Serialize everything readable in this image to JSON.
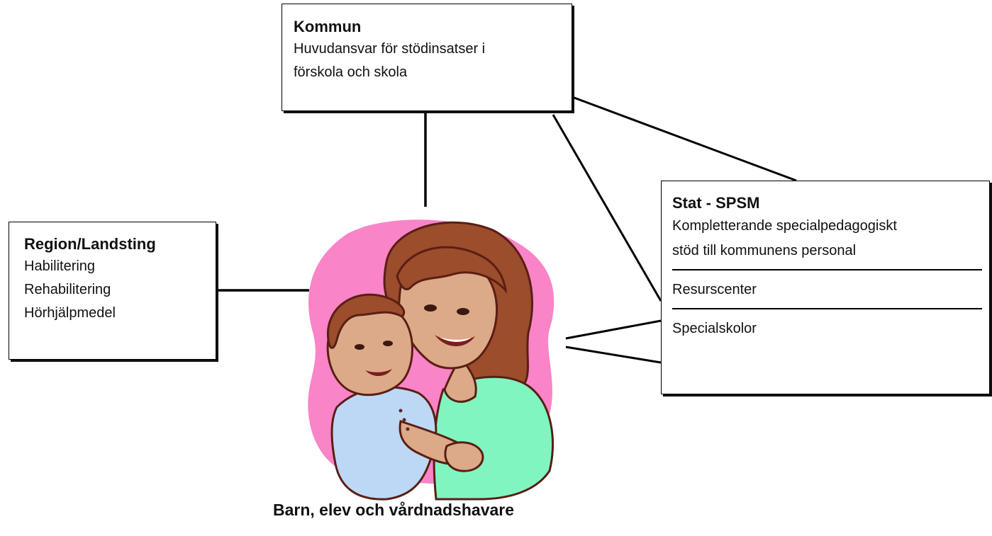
{
  "kommun": {
    "title": "Kommun",
    "lines": [
      "Huvudansvar för stödinsatser i",
      "förskola och skola"
    ]
  },
  "region": {
    "title": "Region/Landsting",
    "lines": [
      "Habilitering",
      "Rehabilitering",
      "Hörhjälpmedel"
    ]
  },
  "stat": {
    "title": "Stat - SPSM",
    "lines": [
      "Kompletterande specialpedagogiskt",
      "stöd till kommunens personal"
    ],
    "sections": [
      "Resurscenter",
      "Specialskolor"
    ]
  },
  "center": {
    "caption": "Barn, elev och vårdnadshavare",
    "illustration": "mother-and-child-clipart"
  },
  "colors": {
    "background_blob": "#f984c8",
    "mother_shirt": "#80f5c0",
    "child_shirt": "#bcd8f5",
    "skin": "#dcaa88",
    "hair": "#9b4d2c"
  }
}
